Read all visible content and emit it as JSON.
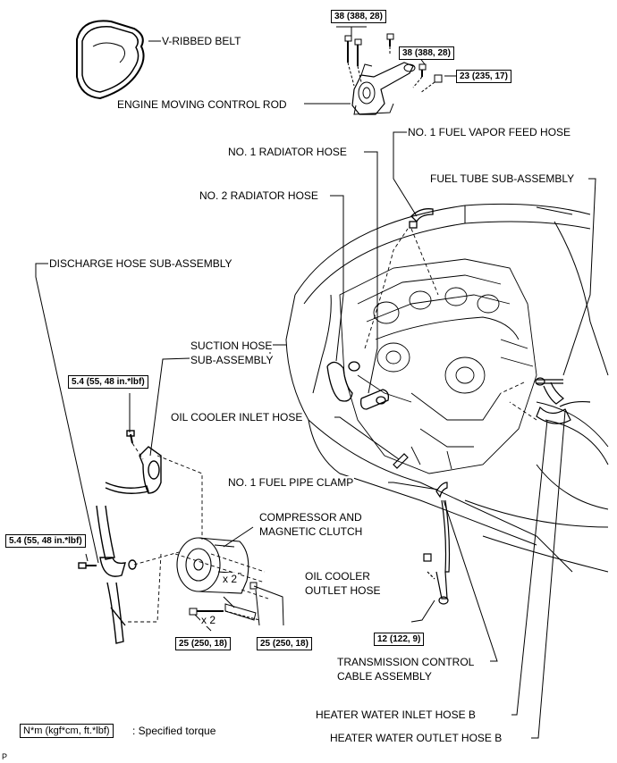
{
  "labels": {
    "v_ribbed_belt": "V-RIBBED BELT",
    "engine_moving_control_rod": "ENGINE MOVING CONTROL ROD",
    "no1_fuel_vapor_feed_hose": "NO. 1 FUEL VAPOR FEED HOSE",
    "no1_radiator_hose": "NO. 1 RADIATOR HOSE",
    "no2_radiator_hose": "NO. 2 RADIATOR HOSE",
    "fuel_tube_sub_assembly": "FUEL TUBE SUB-ASSEMBLY",
    "discharge_hose_sub_assembly": "DISCHARGE HOSE SUB-ASSEMBLY",
    "suction_hose_line1": "SUCTION HOSE",
    "suction_hose_line2": "SUB-ASSEMBLY",
    "oil_cooler_inlet_hose": "OIL COOLER INLET HOSE",
    "no1_fuel_pipe_clamp": "NO. 1 FUEL PIPE CLAMP",
    "compressor_line1": "COMPRESSOR AND",
    "compressor_line2": "MAGNETIC CLUTCH",
    "oil_cooler_outlet_line1": "OIL COOLER",
    "oil_cooler_outlet_line2": "OUTLET HOSE",
    "transmission_cable_line1": "TRANSMISSION CONTROL",
    "transmission_cable_line2": "CABLE ASSEMBLY",
    "heater_water_inlet_hose_b": "HEATER WATER INLET HOSE B",
    "heater_water_outlet_hose_b": "HEATER WATER OUTLET HOSE B",
    "x2_upper": "x 2",
    "x2_lower": "x 2"
  },
  "torques": {
    "rod_bolts": "38 (388, 28)",
    "rod_bolt_single": "38 (388, 28)",
    "rod_nut": "23 (235, 17)",
    "suction_bolt": "5.4 (55, 48 in.*lbf)",
    "discharge_bolt": "5.4 (55, 48 in.*lbf)",
    "compressor_bolt": "25 (250, 18)",
    "compressor_nut": "25 (250, 18)",
    "cable_nut": "12 (122, 9)"
  },
  "legend": {
    "units": "N*m (kgf*cm, ft.*lbf)",
    "description": ": Specified torque"
  },
  "footer": {
    "code": "P"
  }
}
